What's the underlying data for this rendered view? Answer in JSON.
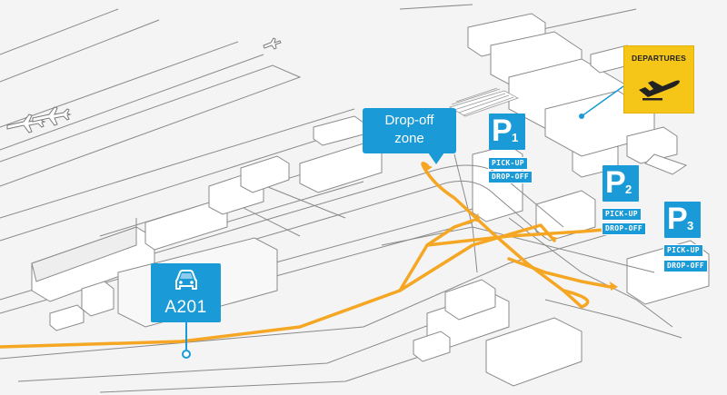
{
  "colors": {
    "background": "#f4f4f4",
    "building_fill": "#ffffff",
    "outline": "#8a8a8a",
    "route": "#f5a623",
    "callout": "#1a9ad6",
    "departures_sign": "#f5c618"
  },
  "dropoff_callout": {
    "line1": "Drop-off",
    "line2": "zone"
  },
  "road_sign": {
    "icon": "car-icon",
    "label": "A201"
  },
  "departures_sign": {
    "label": "DEPARTURES",
    "icon": "plane-takeoff-icon"
  },
  "parkings": [
    {
      "letter": "P",
      "number": "1",
      "pickup": "PICK-UP",
      "dropoff": "DROP-OFF"
    },
    {
      "letter": "P",
      "number": "2",
      "pickup": "PICK-UP",
      "dropoff": "DROP-OFF"
    },
    {
      "letter": "P",
      "number": "3",
      "pickup": "PICK-UP",
      "dropoff": "DROP-OFF"
    }
  ]
}
